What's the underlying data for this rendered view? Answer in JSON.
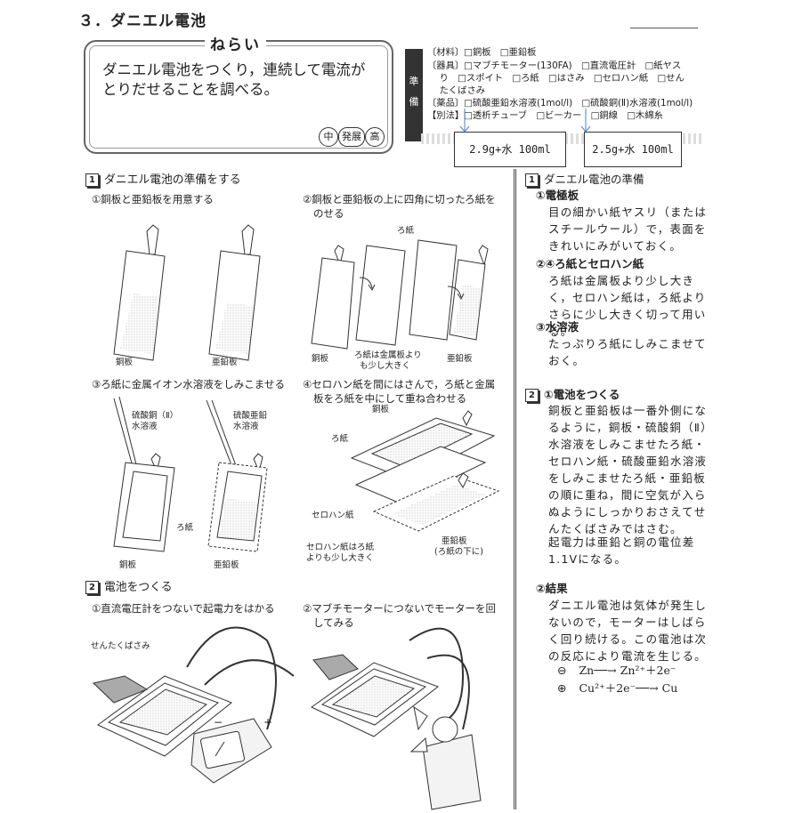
{
  "title": "３．ダニエル電池",
  "aim": {
    "label": "ねらい",
    "text_line1": "ダニエル電池をつくり，連続して電流が",
    "text_line2": "とりだせることを調べる。",
    "stages": [
      "中",
      "発展",
      "高"
    ]
  },
  "prep": {
    "label_top": "準",
    "label_bottom": "備",
    "lines": [
      "〔材料〕□銅板　□亜鉛板",
      "〔器具〕□マブチモーター(130FA)　□直流電圧計　□紙ヤス",
      "　 り　□スポイト　□ろ紙　□はさみ　□セロハン紙　□せん",
      "　 たくばさみ",
      "〔薬品〕□硫酸亜鉛水溶液(1mol/l)　□硫酸銅(Ⅱ)水溶液(1mol/l)",
      "【別法】□透析チューブ　□ビーカー　□銅線　□木綿糸"
    ],
    "callout_left": "2.9g+水 100ml",
    "callout_right": "2.5g+水 100ml"
  },
  "left": {
    "sec1": {
      "num": "1",
      "title": "ダニエル電池の準備をする"
    },
    "cap1": "①銅板と亜鉛板を用意する",
    "cap2a": "②銅板と亜鉛板の上に四角に切ったろ紙を",
    "cap2b": "のせる",
    "cap3": "③ろ紙に金属イオン水溶液をしみこませる",
    "cap4a": "④セロハン紙を間にはさんで，ろ紙と金属",
    "cap4b": "板をろ紙を中にして重ね合わせる",
    "labels": {
      "copper1": "銅板",
      "zinc1": "亜鉛板",
      "filter_top": "ろ紙",
      "copper2": "銅板",
      "filter_note1": "ろ紙は金属板より",
      "filter_note2": "も少し大きく",
      "zinc2": "亜鉛板",
      "cuso4_1": "硫酸銅（Ⅱ）",
      "cuso4_2": "水溶液",
      "znso4_1": "硫酸亜鉛",
      "znso4_2": "水溶液",
      "filter3": "ろ紙",
      "copper3": "銅板",
      "zinc3": "亜鉛板",
      "copper4": "銅板",
      "filter4": "ろ紙",
      "cellophane": "セロハン紙",
      "cello_note1": "セロハン紙はろ紙",
      "cello_note2": "よりも少し大きく",
      "zinc4a": "亜鉛板",
      "zinc4b": "(ろ紙の下に)"
    },
    "sec2": {
      "num": "2",
      "title": "電池をつくる"
    },
    "cap5": "①直流電圧計をつないで起電力をはかる",
    "cap6a": "②マブチモーターにつないでモーターを回",
    "cap6b": "してみる",
    "clip_label": "せんたくばさみ",
    "minus": "−",
    "plus": "+"
  },
  "right": {
    "sec1": {
      "num": "1",
      "title": "ダニエル電池の準備"
    },
    "h1": "①電極板",
    "b1": "目の細かい紙ヤスリ（またはスチールウール）で，表面をきれいにみがいておく。",
    "h2": "②④ろ紙とセロハン紙",
    "b2": "ろ紙は金属板より少し大きく，セロハン紙は，ろ紙よりさらに少し大きく切って用いる。",
    "h3": "③水溶液",
    "b3": "たっぷりろ紙にしみこませておく。",
    "sec2": {
      "num": "2",
      "title": "①電池をつくる"
    },
    "b4": "銅板と亜鉛板は一番外側になるように，銅板・硫酸銅（Ⅱ）水溶液をしみこませたろ紙・セロハン紙・硫酸亜鉛水溶液をしみこませたろ紙・亜鉛板の順に重ね，間に空気が入らぬようにしっかりおさえてせんたくばさみではさむ。",
    "b5": "起電力は亜鉛と銅の電位差1.1Vになる。",
    "h4": "②結果",
    "b6": "ダニエル電池は気体が発生しないので，モーターはしばらく回り続ける。この電池は次の反応により電流を生じる。",
    "rx1_sign": "⊖",
    "rx1": "Zn──→ Zn²⁺＋2e⁻",
    "rx2_sign": "⊕",
    "rx2": "Cu²⁺＋2e⁻──→ Cu"
  }
}
